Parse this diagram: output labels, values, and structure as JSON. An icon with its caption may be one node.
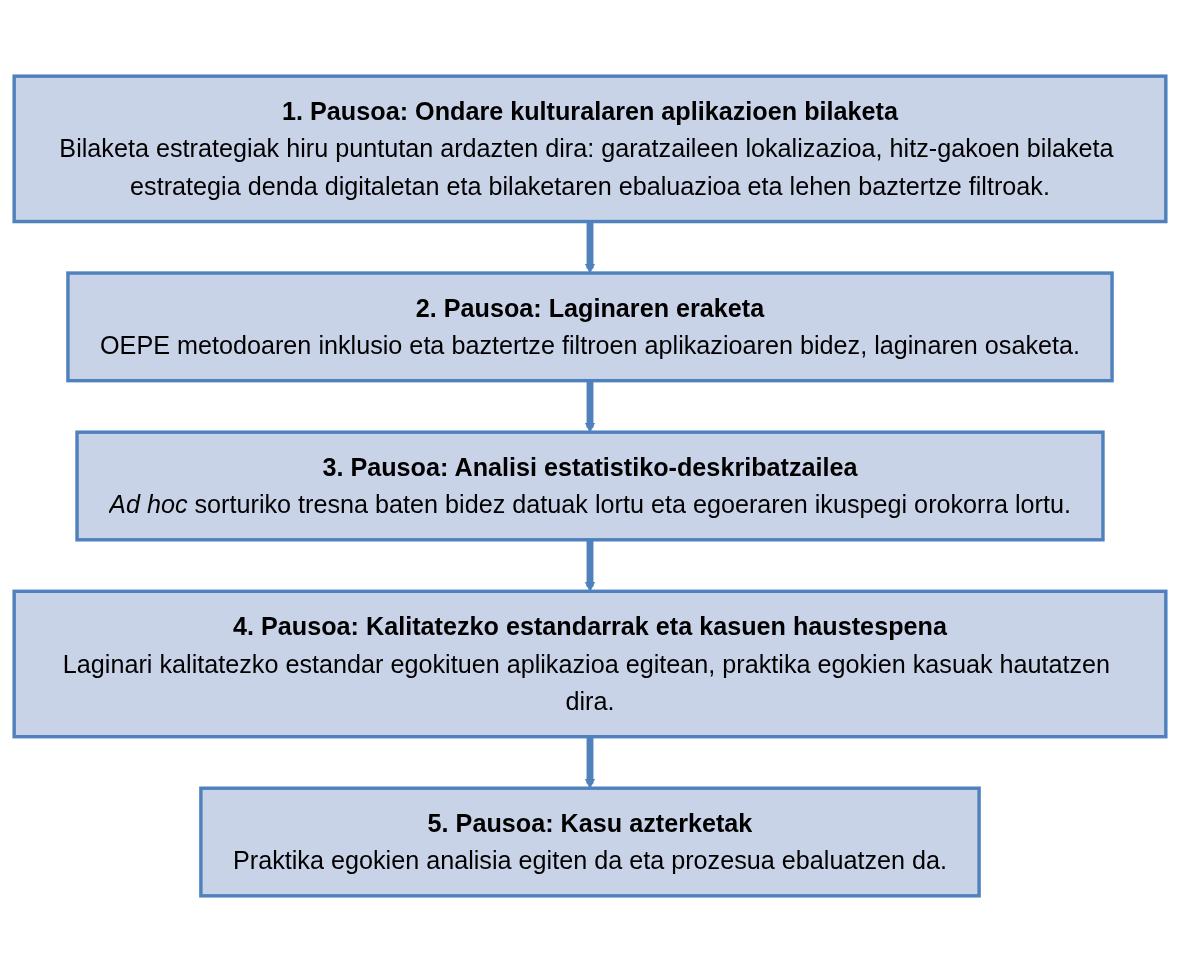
{
  "diagram": {
    "nodes": [
      {
        "text": [
          "1. Pausoa: Ondare kulturalaren aplikazioen bilaketa",
          "Bilaketa estrategiak hiru puntutan ardazten dira: garatzaileen lokalizazioa, hitz-gakoen bilaketa estrategia denda digitaletan eta bilaketaren ebaluazioa eta lehen baztertze filtroak."
        ]
      },
      {
        "text": [
          "2. Pausoa: Laginaren eraketa",
          "OEPE metodoaren inklusio eta baztertze filtroen aplikazioaren bidez, laginaren osaketa."
        ]
      },
      {
        "text": [
          "3. Pausoa: Analisi estatistiko-deskribatzailea",
          "*Ad hoc* sorturiko tresna baten bidez datuak lortu eta egoeraren ikuspegi orokorra lortu."
        ]
      },
      {
        "text": [
          "4. Pausoa: Kalitatezko estandarrak eta kasuen haustespena",
          "Laginari kalitatezko estandar egokituen aplikazioa egitean, praktika egokien kasuak hautatzen dira."
        ]
      },
      {
        "text": [
          "5. Pausoa: Kasu azterketak",
          "Praktika egokien analisia egiten da eta prozesua ebaluatzen da."
        ]
      }
    ],
    "edges": [
      {
        "from": 0,
        "to": 1,
        "arrow": "to"
      },
      {
        "from": 1,
        "to": 2,
        "arrow": "to"
      },
      {
        "from": 2,
        "to": 3,
        "arrow": "to"
      },
      {
        "from": 3,
        "to": 4,
        "arrow": "to"
      }
    ]
  }
}
